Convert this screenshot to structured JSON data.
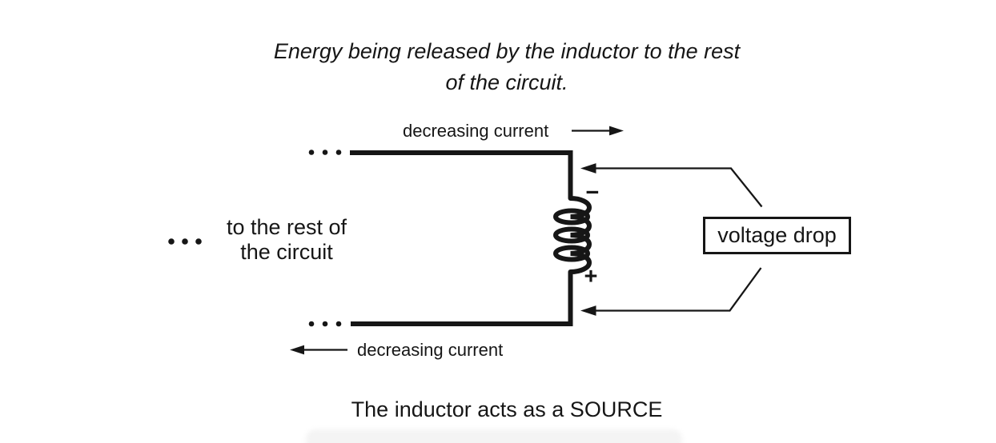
{
  "title": {
    "line1": "Energy being released by the inductor to the rest",
    "line2": "of the circuit."
  },
  "circuit": {
    "top_current_label": "decreasing current",
    "bottom_current_label": "decreasing current",
    "left_note_line1": "to the rest of",
    "left_note_line2": "the circuit",
    "voltage_drop_label": "voltage drop",
    "polarity_negative": "−",
    "polarity_positive": "+"
  },
  "caption": "The inductor acts as a SOURCE",
  "icons": {
    "top_current_arrow": "arrow-right",
    "bottom_current_arrow": "arrow-left",
    "voltage_pointer_top": "arrow-left",
    "voltage_pointer_bottom": "arrow-left",
    "continuation_dots": "ellipsis-dots"
  },
  "colors": {
    "ink": "#161616",
    "background": "#ffffff",
    "fade_band": "#f4f4f4"
  }
}
